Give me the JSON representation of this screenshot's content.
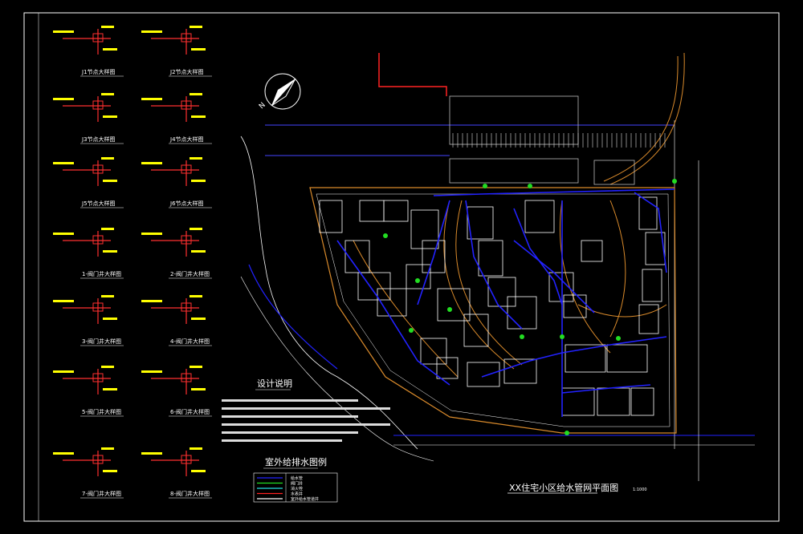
{
  "drawing": {
    "main_title": "XX住宅小区给水管网平面图",
    "scale_note": "1:1000",
    "design_notes_title": "设计说明",
    "legend_title": "室外给排水图例",
    "colors": {
      "background": "#000000",
      "frame": "#ffffff",
      "building": "#ffffff",
      "water_pipe": "#2222ff",
      "boundary": "#ff2222",
      "road": "#d98a2b",
      "detail_text": "#ffff00",
      "detail_red": "#ff3030",
      "valve_green": "#22dd22"
    }
  },
  "detail_titles": [
    "J1节点大样图",
    "J2节点大样图",
    "J3节点大样图",
    "J4节点大样图",
    "J5节点大样图",
    "J6节点大样图",
    "1-阀门井大样图",
    "2-阀门井大样图",
    "3-阀门井大样图",
    "4-阀门井大样图",
    "5-阀门井大样图",
    "6-阀门井大样图",
    "7-阀门井大样图",
    "8-阀门井大样图"
  ],
  "legend_rows": [
    {
      "symbol": "blue-line",
      "label": "给水管"
    },
    {
      "symbol": "green-line",
      "label": "阀门井"
    },
    {
      "symbol": "cyan-line",
      "label": "消火栓"
    },
    {
      "symbol": "red-line",
      "label": "水表井"
    },
    {
      "symbol": "white-line",
      "label": "室外给水管道井"
    }
  ],
  "icons": {
    "north_arrow": "north-arrow-icon"
  },
  "north_label": "N"
}
